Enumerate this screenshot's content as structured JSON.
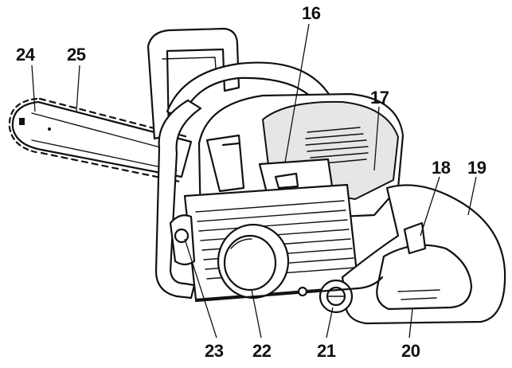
{
  "callouts": [
    {
      "id": "c16",
      "label": "16"
    },
    {
      "id": "c17",
      "label": "17"
    },
    {
      "id": "c18",
      "label": "18"
    },
    {
      "id": "c19",
      "label": "19"
    },
    {
      "id": "c20",
      "label": "20"
    },
    {
      "id": "c21",
      "label": "21"
    },
    {
      "id": "c22",
      "label": "22"
    },
    {
      "id": "c23",
      "label": "23"
    },
    {
      "id": "c24",
      "label": "24"
    },
    {
      "id": "c25",
      "label": "25"
    }
  ]
}
